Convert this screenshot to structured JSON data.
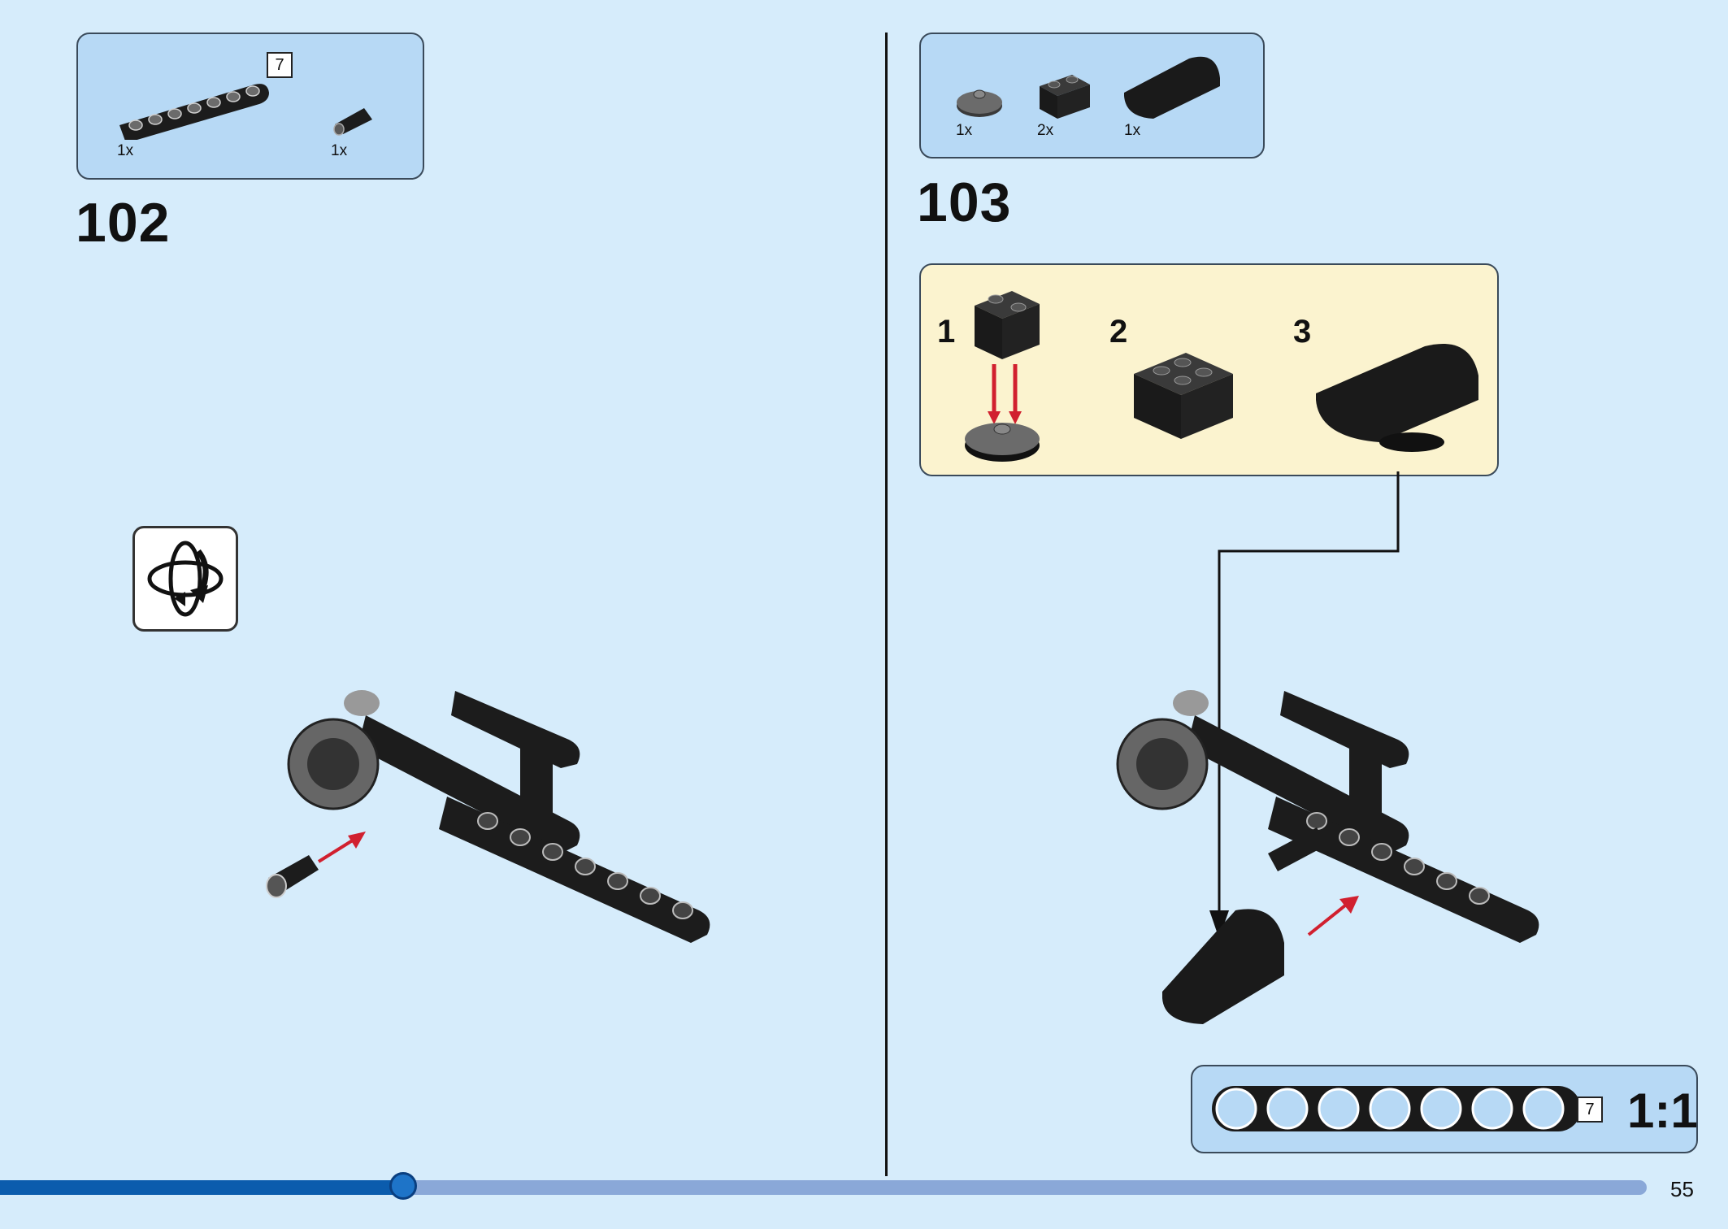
{
  "left_page": {
    "parts": [
      {
        "qty": "1x",
        "icon": "technic-beam-7-icon",
        "length_badge": "7"
      },
      {
        "qty": "1x",
        "icon": "axle-connector-icon"
      }
    ],
    "step_number": "102",
    "icon": "rotate-model-icon"
  },
  "right_page": {
    "parts": [
      {
        "qty": "1x",
        "icon": "round-plate-2x2-icon"
      },
      {
        "qty": "2x",
        "icon": "brick-1x2-axle-hole-icon"
      },
      {
        "qty": "1x",
        "icon": "curved-slope-brick-icon"
      }
    ],
    "step_number": "103",
    "sub_steps": [
      "1",
      "2",
      "3"
    ]
  },
  "scale_ruler": {
    "length_badge": "7",
    "scale": "1:1"
  },
  "progress": {
    "fraction": 0.245
  },
  "page_number": "55",
  "colors": {
    "background": "#d6ecfb",
    "parts_box": "#b7d9f5",
    "callout": "#fbf3cf",
    "arrow": "#d1202f",
    "brick": "#1a1a1a",
    "progress": "#0b5cad"
  }
}
